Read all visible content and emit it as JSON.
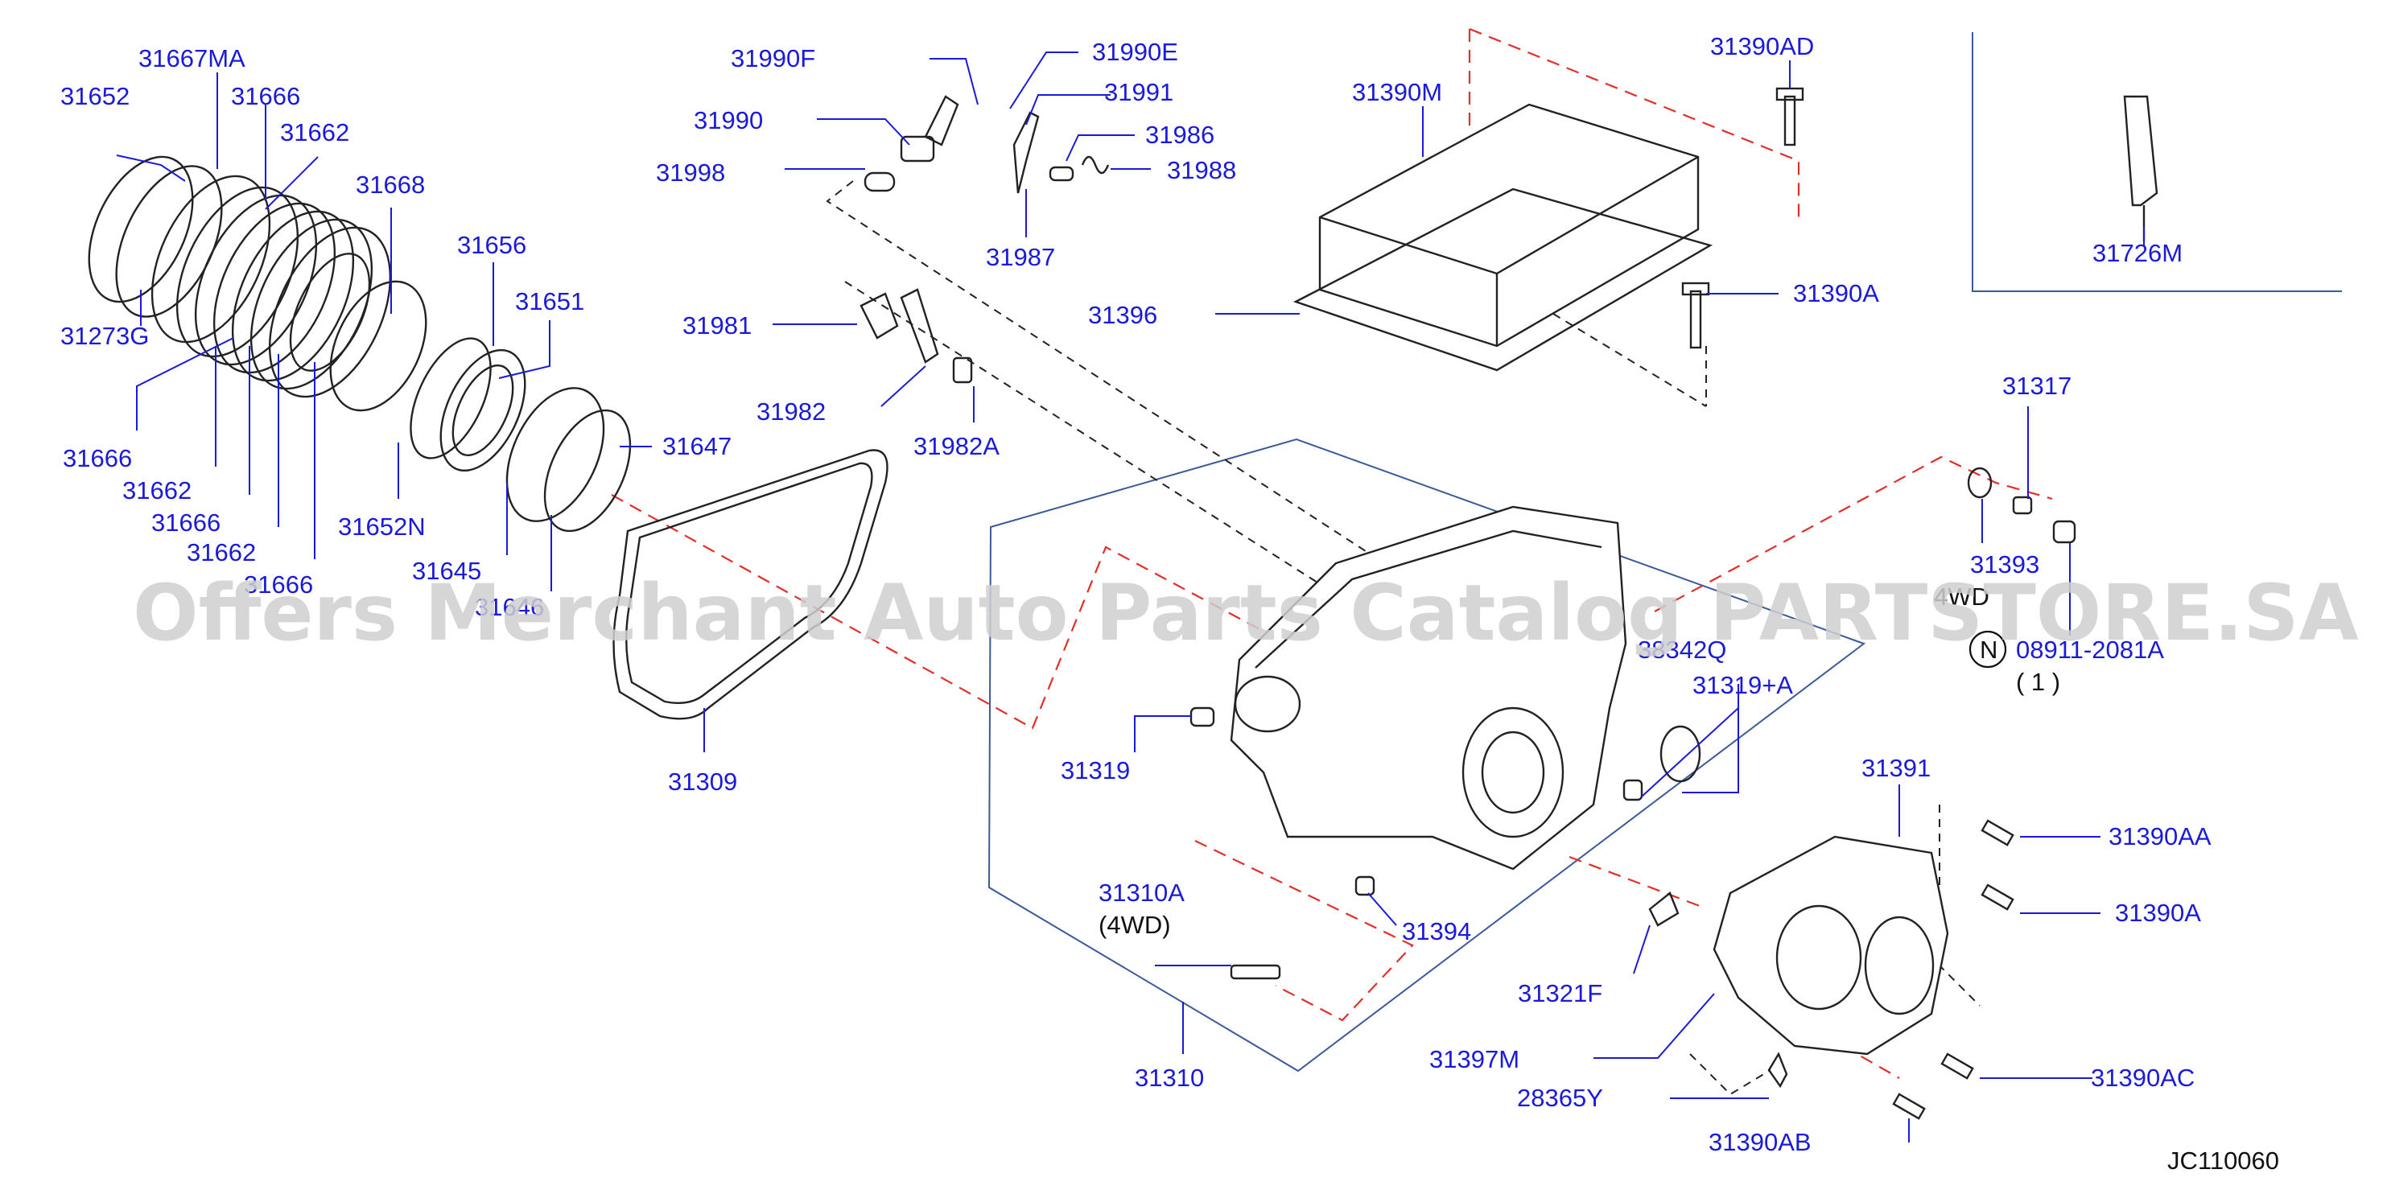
{
  "diagram_code": "JC110060",
  "watermark": "Offers Merchant Auto Parts Catalog PARTSTORE.SA",
  "colors": {
    "label": "#1a1adb",
    "assembly_dash": "#e0302a",
    "part_line": "#222222",
    "watermark": "#cfcfcf"
  },
  "notes": {
    "n_symbol": "N",
    "fourwd_a": "4WD",
    "fourwd_b": "(4WD)",
    "qty": "( 1 )"
  },
  "parts": {
    "p31667MA": "31667MA",
    "p31652": "31652",
    "p31666a": "31666",
    "p31662a": "31662",
    "p31273G": "31273G",
    "p31668": "31668",
    "p31656": "31656",
    "p31651": "31651",
    "p31666b": "31666",
    "p31662b": "31662",
    "p31666c": "31666",
    "p31662c": "31662",
    "p31666d": "31666",
    "p31652N": "31652N",
    "p31647": "31647",
    "p31645": "31645",
    "p31646": "31646",
    "p31309": "31309",
    "p31990F": "31990F",
    "p31990E": "31990E",
    "p31990": "31990",
    "p31991": "31991",
    "p31986": "31986",
    "p31998": "31998",
    "p31988": "31988",
    "p31987": "31987",
    "p31981": "31981",
    "p31982": "31982",
    "p31982A": "31982A",
    "p31390M": "31390M",
    "p31390AD": "31390AD",
    "p31396": "31396",
    "p31390A": "31390A",
    "p31726M": "31726M",
    "p31317": "31317",
    "p31393": "31393",
    "p08911": "08911-2081A",
    "p38342Q": "38342Q",
    "p31319A": "31319+A",
    "p31319": "31319",
    "p31391": "31391",
    "p31390AA": "31390AA",
    "p31390A2": "31390A",
    "p31310A": "31310A",
    "p31394": "31394",
    "p31321F": "31321F",
    "p31397M": "31397M",
    "p28365Y": "28365Y",
    "p31390AC": "31390AC",
    "p31310": "31310",
    "p31390AB": "31390AB"
  }
}
